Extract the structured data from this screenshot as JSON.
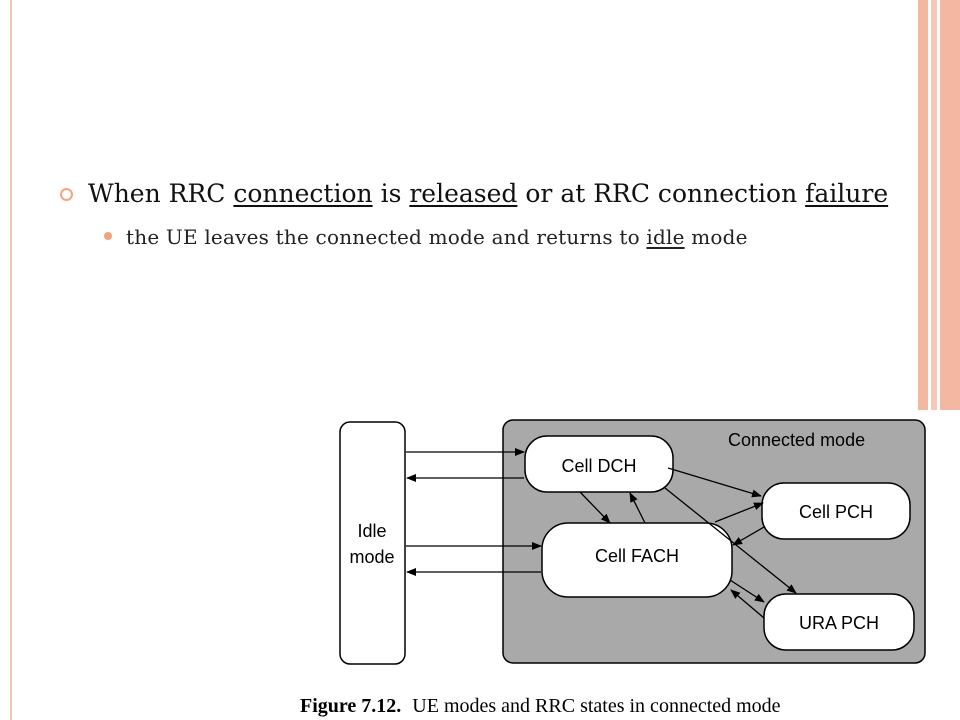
{
  "slide": {
    "bullet_1": {
      "t1": "When RRC ",
      "u1": "connection",
      "t2": " is ",
      "u2": "released",
      "t3": " or at RRC connection ",
      "u3": "failure"
    },
    "bullet_2": {
      "t1": "the UE leaves the connected mode and returns to ",
      "u1": "idle",
      "t2": " mode"
    }
  },
  "diagram": {
    "region_label": "Connected mode",
    "idle_line1": "Idle",
    "idle_line2": "mode",
    "cell_dch": "Cell DCH",
    "cell_fach": "Cell FACH",
    "cell_pch": "Cell PCH",
    "ura_pch": "URA PCH",
    "caption_bold": "Figure 7.12.",
    "caption_text": "UE modes and RRC states in connected mode",
    "colors": {
      "connected_fill": "#a9a9a9",
      "box_fill": "#ffffff",
      "stroke": "#000000",
      "accent": "#f2a57f"
    }
  }
}
